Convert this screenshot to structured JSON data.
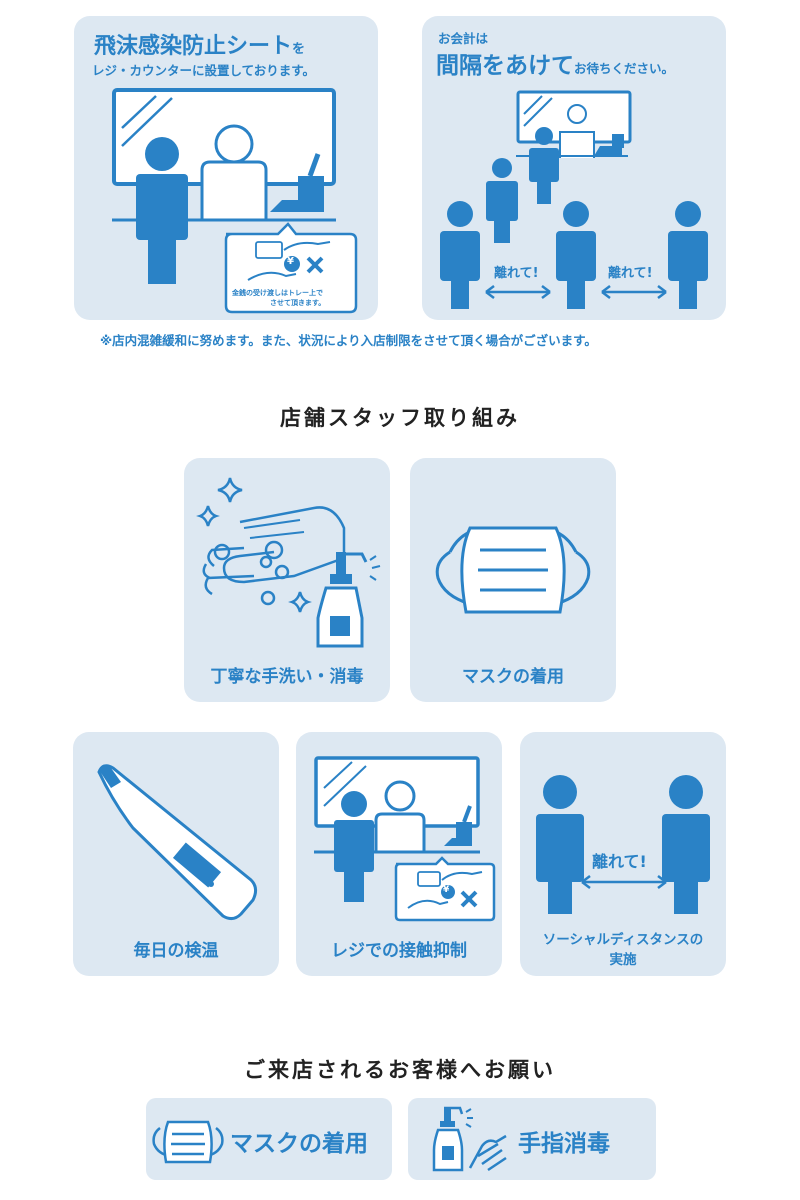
{
  "top_left": {
    "title": "飛沫感染防止シート",
    "title_suffix": "を",
    "subtitle": "レジ・カウンターに設置しております。",
    "bubble_line1": "金銭の受け渡しはトレー上で",
    "bubble_line2": "させて頂きます。",
    "yen": "¥"
  },
  "top_right": {
    "small": "お会計は",
    "big": "間隔をあけて",
    "suffix": "お待ちください。",
    "apart1": "離れて!",
    "apart2": "離れて!"
  },
  "note": "※店内混雑緩和に努めます。また、状況により入店制限をさせて頂く場合がございます。",
  "staff": {
    "title": "店舗スタッフ取り組み",
    "items": [
      {
        "label": "丁寧な手洗い・消毒"
      },
      {
        "label": "マスクの着用"
      },
      {
        "label": "毎日の検温"
      },
      {
        "label": "レジでの接触抑制"
      },
      {
        "label": "ソーシャルディスタンスの",
        "label2": "実施",
        "apart": "離れて!"
      }
    ],
    "register_yen": "¥"
  },
  "customer": {
    "title": "ご来店されるお客様へお願い",
    "items": [
      {
        "label": "マスクの着用"
      },
      {
        "label": "手指消毒"
      }
    ]
  },
  "colors": {
    "accent": "#2a82c6",
    "card_bg": "#dde8f2"
  }
}
